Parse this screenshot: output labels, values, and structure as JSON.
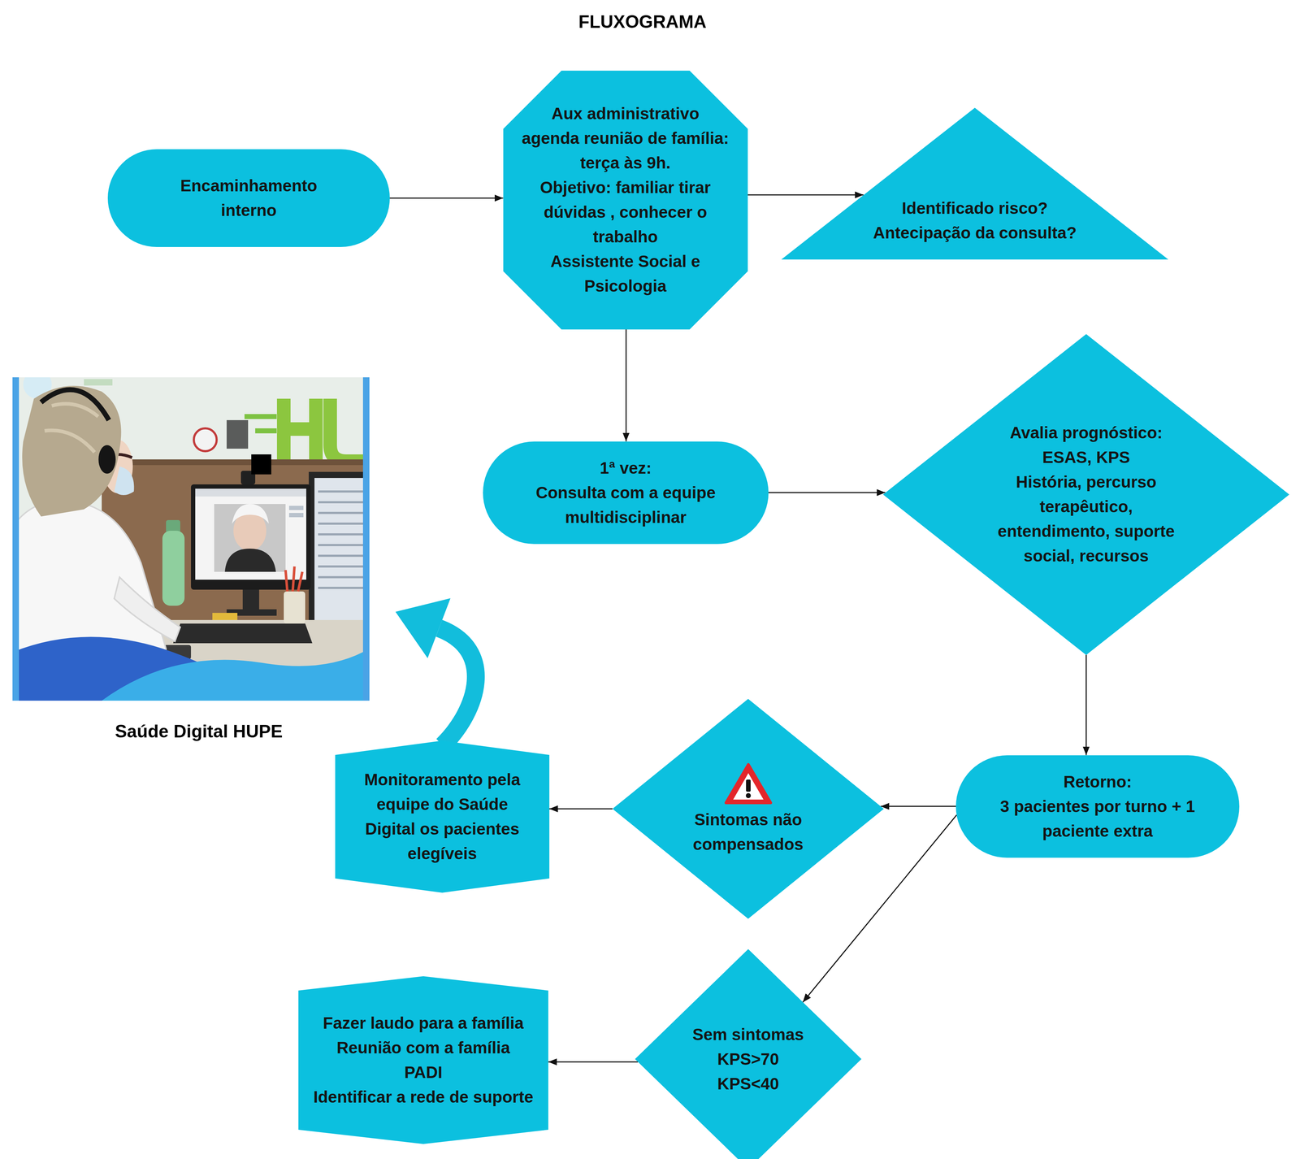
{
  "diagram": {
    "title": "FLUXOGRAMA",
    "nodes": [
      {
        "text": [
          "Encaminhamento interno"
        ]
      },
      {
        "text": [
          "Aux administrativo agenda reunião de família: terça às 9h.",
          "Objetivo: familiar tirar dúvidas , conhecer o trabalho",
          "Assistente Social e Psicologia"
        ]
      },
      {
        "text": [
          "Identificado risco?",
          "Antecipação da consulta?"
        ]
      },
      {
        "text": [
          "1ª vez:",
          "Consulta com a equipe multidisciplinar"
        ]
      },
      {
        "text": [
          "Avalia prognóstico: ESAS, KPS",
          "História, percurso terapêutico, entendimento, suporte social, recursos"
        ]
      },
      {
        "text": [
          "Retorno:",
          "3 pacientes por turno + 1 paciente extra"
        ]
      },
      {
        "text": [
          "Sintomas não compensados"
        ]
      },
      {
        "text": [
          "Monitoramento pela equipe do Saúde Digital os pacientes elegíveis"
        ]
      },
      {
        "text": [
          "Sem sintomas",
          "KPS>70",
          "KPS<40"
        ]
      },
      {
        "text": [
          "Fazer laudo para a família",
          "Reunião com a família",
          "PADI",
          "Identificar a rede de suporte"
        ]
      }
    ],
    "edges": [
      {
        "from": 0,
        "to": 1,
        "arrow": "to"
      },
      {
        "from": 1,
        "to": 2,
        "arrow": "to"
      },
      {
        "from": 1,
        "to": 3,
        "arrow": "to"
      },
      {
        "from": 3,
        "to": 4,
        "arrow": "to"
      },
      {
        "from": 4,
        "to": 5,
        "arrow": "to"
      },
      {
        "from": 5,
        "to": 6,
        "arrow": "to"
      },
      {
        "from": 5,
        "to": 8,
        "arrow": "to"
      },
      {
        "from": 6,
        "to": 7,
        "arrow": "to"
      },
      {
        "from": 8,
        "to": 9,
        "arrow": "to"
      }
    ],
    "labels": [
      "Saúde Digital HUPE"
    ]
  }
}
